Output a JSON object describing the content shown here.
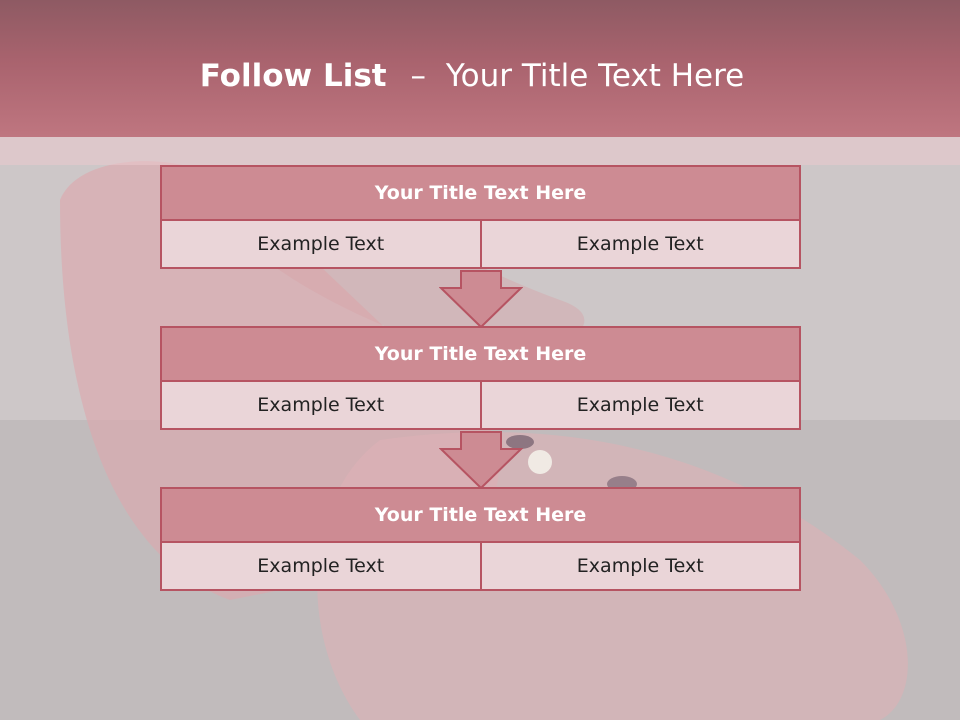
{
  "slide": {
    "title_bold": "Follow List",
    "title_sep": "–",
    "title_rest": "Your Title Text Here"
  },
  "steps": [
    {
      "title": "Your Title Text Here",
      "left": "Example Text",
      "right": "Example Text"
    },
    {
      "title": "Your Title Text Here",
      "left": "Example Text",
      "right": "Example Text"
    },
    {
      "title": "Your Title Text Here",
      "left": "Example Text",
      "right": "Example Text"
    }
  ],
  "colors": {
    "header": "#a9636e",
    "box_fill": "#cd8b93",
    "box_border": "#b65462",
    "cell_fill": "#ead5d8",
    "arrow_fill": "#cd8b93"
  }
}
